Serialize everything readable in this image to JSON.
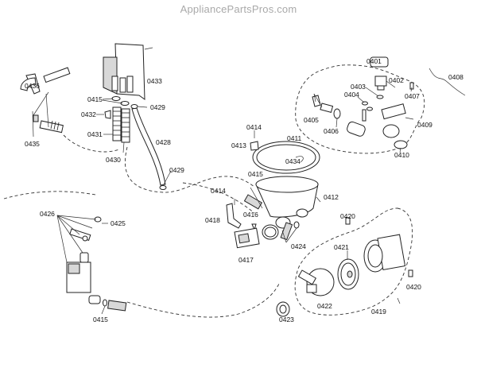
{
  "watermark": "AppliancePartsPros.com",
  "diagram": {
    "type": "exploded-parts-diagram",
    "parts": {
      "p0401": "0401",
      "p0402": "0402",
      "p0403": "0403",
      "p0404": "0404",
      "p0405": "0405",
      "p0406": "0406",
      "p0407": "0407",
      "p0408": "0408",
      "p0409": "0409",
      "p0410": "0410",
      "p0411": "0411",
      "p0412": "0412",
      "p0413": "0413",
      "p0414a": "0414",
      "p0414b": "0414",
      "p0415a": "0415",
      "p0415b": "0415",
      "p0415c": "0415",
      "p0416": "0416",
      "p0417": "0417",
      "p0418": "0418",
      "p0419": "0419",
      "p0420a": "0420",
      "p0420b": "0420",
      "p0421": "0421",
      "p0422": "0422",
      "p0423": "0423",
      "p0424": "0424",
      "p0425": "0425",
      "p0426": "0426",
      "p0428": "0428",
      "p0429a": "0429",
      "p0429b": "0429",
      "p0430": "0430",
      "p0431": "0431",
      "p0432": "0432",
      "p0433": "0433",
      "p0434": "0434",
      "p0435": "0435",
      "p0436": "0436"
    }
  }
}
